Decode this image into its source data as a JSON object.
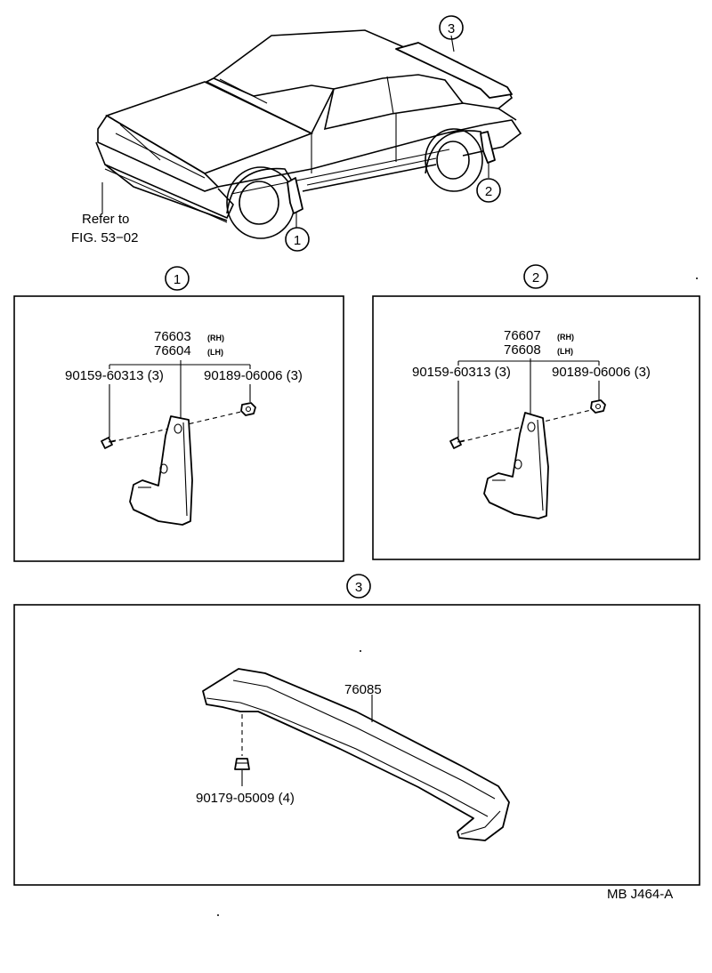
{
  "overview": {
    "refer_line1": "Refer to",
    "refer_line2": "FIG. 53−02",
    "callouts": [
      "1",
      "2",
      "3"
    ]
  },
  "panel1": {
    "marker": "1",
    "part_rh": "76603",
    "suffix_rh": "(RH)",
    "part_lh": "76604",
    "suffix_lh": "(LH)",
    "screw": "90159-60313 (3)",
    "nut": "90189-06006 (3)"
  },
  "panel2": {
    "marker": "2",
    "part_rh": "76607",
    "suffix_rh": "(RH)",
    "part_lh": "76608",
    "suffix_lh": "(LH)",
    "screw": "90159-60313 (3)",
    "nut": "90189-06006 (3)"
  },
  "panel3": {
    "marker": "3",
    "spoiler": "76085",
    "nut": "90179-05009 (4)"
  },
  "footer": {
    "code": "MB J464-A"
  }
}
